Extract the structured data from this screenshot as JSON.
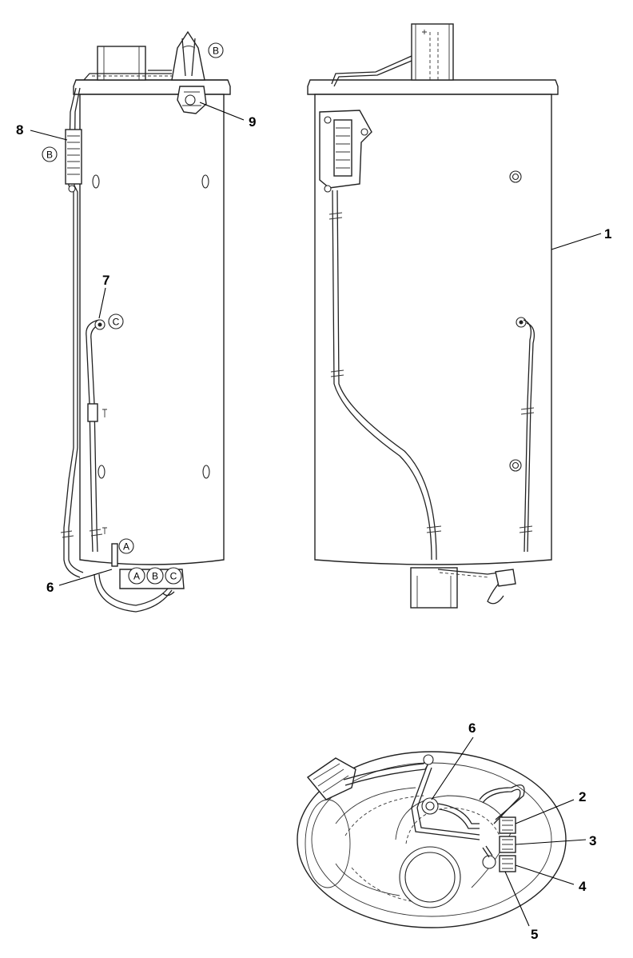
{
  "callouts": {
    "n1": "1",
    "n2": "2",
    "n3": "3",
    "n4": "4",
    "n5": "5",
    "n6_left": "6",
    "n6_bottom": "6",
    "n7": "7",
    "n8": "8",
    "n9": "9"
  },
  "circled": {
    "b_top": "B",
    "b_side": "B",
    "c_side": "C",
    "a_bottom": "A",
    "a_group": "A",
    "b_group": "B",
    "c_group": "C"
  }
}
